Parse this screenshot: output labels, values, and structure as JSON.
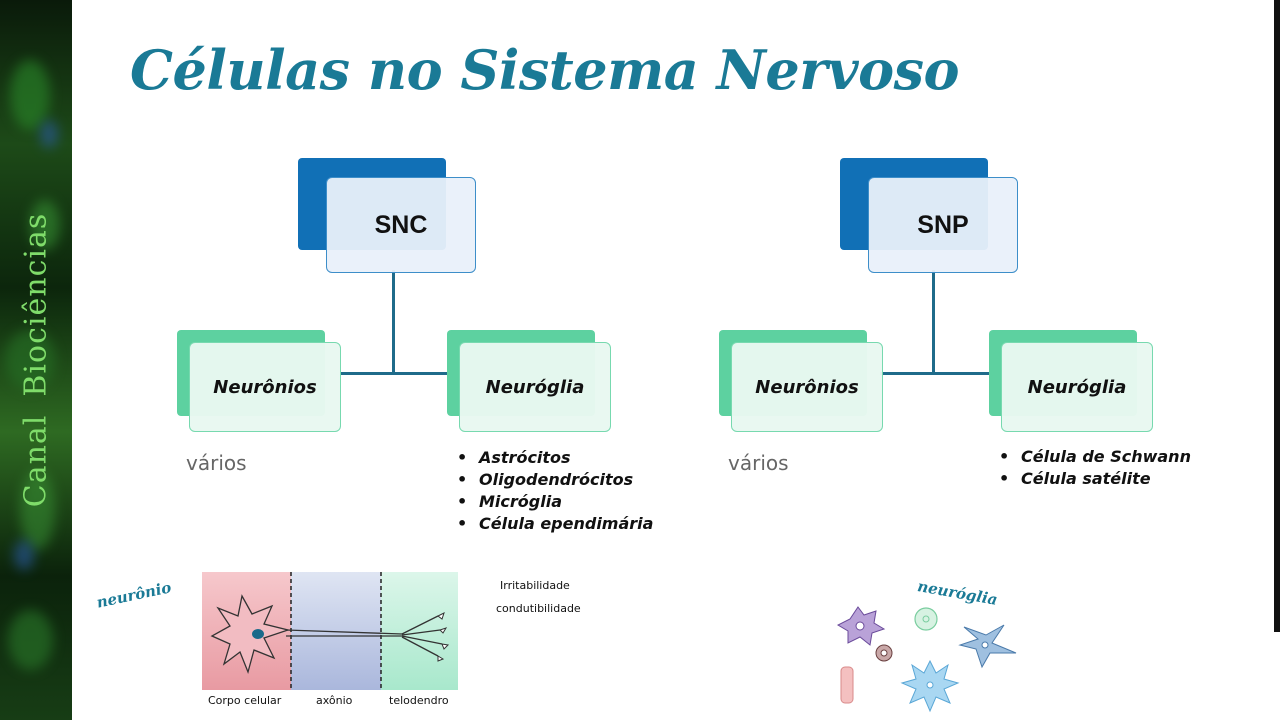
{
  "sidebar": {
    "word1": "Canal",
    "word2": "Biociências"
  },
  "title": "Células no Sistema Nervoso",
  "diagram": {
    "left": {
      "root": "SNC",
      "child_left": "Neurônios",
      "child_right": "Neuróglia",
      "note_left": "vários",
      "cells": [
        "Astrócitos",
        "Oligodendrócitos",
        "Micróglia",
        "Célula ependimária"
      ]
    },
    "right": {
      "root": "SNP",
      "child_left": "Neurônios",
      "child_right": "Neuróglia",
      "note_left": "vários",
      "cells": [
        "Célula de Schwann",
        "Célula satélite"
      ]
    }
  },
  "neuron_figure": {
    "label": "neurônio",
    "parts": [
      "Corpo celular",
      "axônio",
      "telodendro"
    ],
    "properties": [
      "Irritabilidade",
      "condutibilidade"
    ]
  },
  "glia_figure": {
    "label": "neuróglia"
  },
  "colors": {
    "title": "#1a7a96",
    "root_box": "#1170b6",
    "child_box": "#5dd1a0",
    "connector": "#1f6b8a"
  }
}
